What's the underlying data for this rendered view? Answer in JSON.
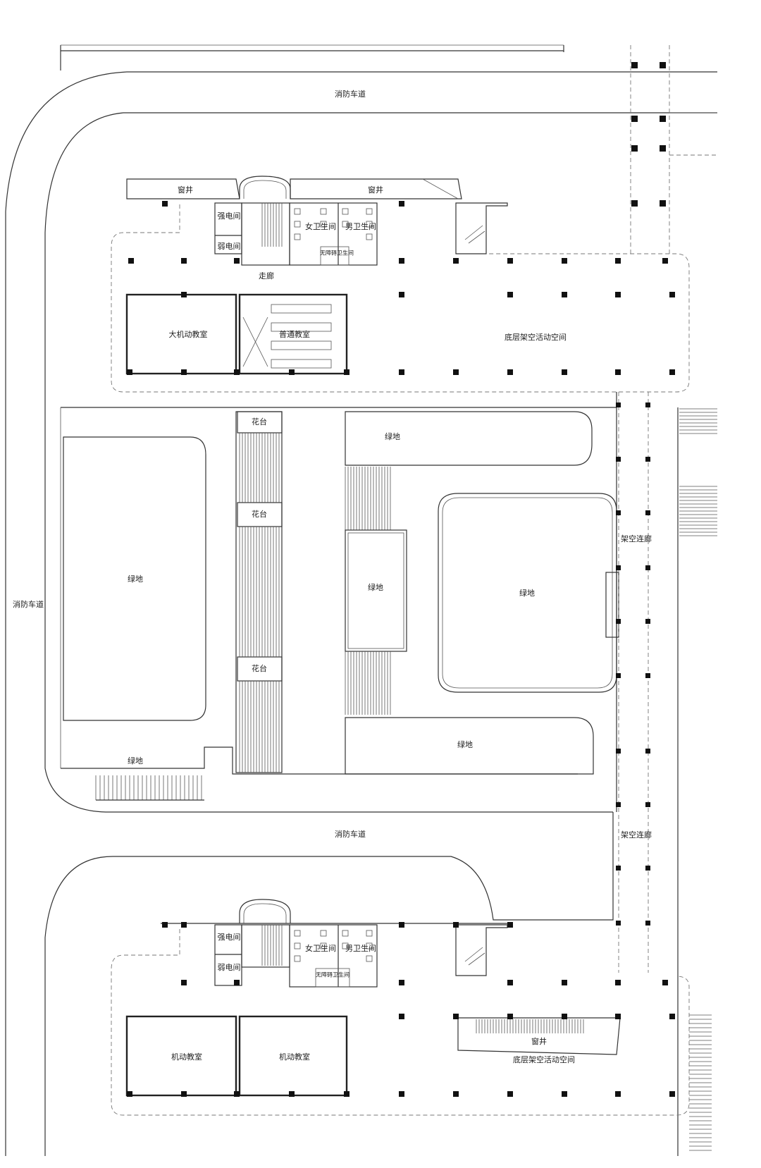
{
  "labels": {
    "fire_road_top": "消防车道",
    "fire_road_left": "消防车道",
    "fire_road_middle": "消防车道",
    "window_well_top_left": "窗井",
    "window_well_top_right": "窗井",
    "window_well_bottom": "窗井",
    "strong_elec_top": "强电间",
    "weak_elec_top": "弱电间",
    "strong_elec_bottom": "强电间",
    "weak_elec_bottom": "弱电间",
    "female_wc_top": "女卫生间",
    "male_wc_top": "男卫生间",
    "accessible_wc_top": "无障碍卫生间",
    "female_wc_bottom": "女卫生间",
    "male_wc_bottom": "男卫生间",
    "accessible_wc_bottom": "无障碍卫生间",
    "corridor": "走廊",
    "large_flex_classroom": "大机动教室",
    "regular_classroom": "普通教室",
    "pilotis_top": "底层架空活动空间",
    "pilotis_bottom": "底层架空活动空间",
    "flex_classroom_1": "机动教室",
    "flex_classroom_2": "机动教室",
    "planter_1": "花台",
    "planter_2": "花台",
    "planter_3": "花台",
    "green_left_large": "绿地",
    "green_left_bottom": "绿地",
    "green_top": "绿地",
    "green_center_small": "绿地",
    "green_right_large": "绿地",
    "green_bottom": "绿地",
    "covered_walkway_1": "架空连廊",
    "covered_walkway_2": "架空连廊"
  }
}
